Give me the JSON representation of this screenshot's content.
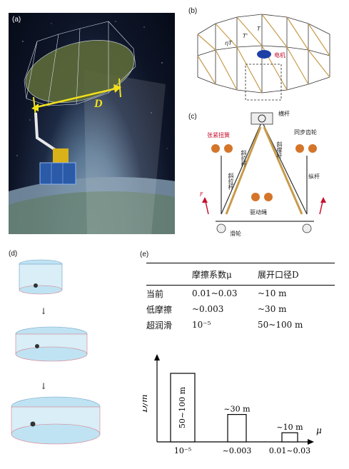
{
  "panels": {
    "a": {
      "label": "(a)",
      "dimension_label": "D"
    },
    "b": {
      "label": "(b)",
      "labels": {
        "eta_t": "ηT",
        "t_prime": "T'",
        "t": "T",
        "motor": "电机"
      }
    },
    "c": {
      "label": "(c)",
      "labels": {
        "crossbar": "横杆",
        "spring": "张紧扭簧",
        "sync_gear": "同步齿轮",
        "link_right": "斜拉杆",
        "link_left": "斜拉杆",
        "diag_rod": "斜撑杆",
        "vertical_rod": "纵杆",
        "drive_rope": "驱动绳",
        "pulley": "滑轮",
        "force": "F"
      }
    },
    "d": {
      "label": "(d)"
    },
    "e": {
      "label": "(e)"
    }
  },
  "table": {
    "headers": [
      "",
      "摩擦系数μ",
      "展开口径D"
    ],
    "rows": [
      [
        "当前",
        "0.01~0.03",
        "~10  m"
      ],
      [
        "低摩擦",
        "~0.003",
        "~30  m"
      ],
      [
        "超润滑",
        "10⁻⁵",
        "50~100  m"
      ]
    ]
  },
  "chart_data": {
    "type": "bar",
    "categories": [
      "10⁻⁵",
      "~0.003",
      "0.01~0.03"
    ],
    "values": [
      75,
      30,
      10
    ],
    "data_labels": [
      "50~100 m",
      "~30  m",
      "~10 m"
    ],
    "xlabel": "μ",
    "ylabel": "D/m"
  }
}
